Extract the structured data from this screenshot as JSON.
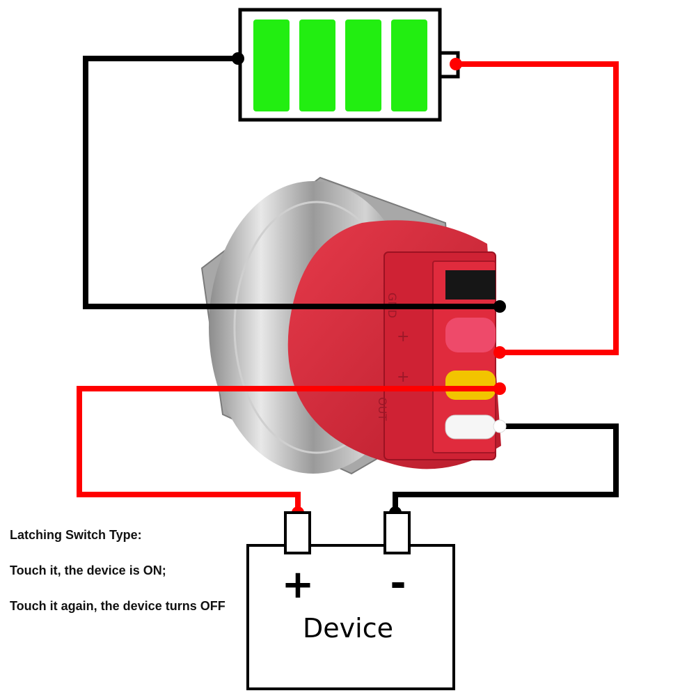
{
  "notes": {
    "line1": "Latching Switch Type:",
    "line2": "Touch it, the device is ON;",
    "line3": "Touch it again, the device turns OFF"
  },
  "device": {
    "label": "Device",
    "plus_symbol": "+",
    "minus_symbol": "-"
  },
  "switch": {
    "mark_top": "GND",
    "mark_plus_1": "+",
    "mark_plus_2": "+",
    "mark_bottom": "OUT"
  },
  "colors": {
    "wire_positive": "#ff0000",
    "wire_negative": "#000000",
    "battery_cell": "#22ee11",
    "switch_body": "#d8283c",
    "switch_metal": "#b9b9b9"
  }
}
